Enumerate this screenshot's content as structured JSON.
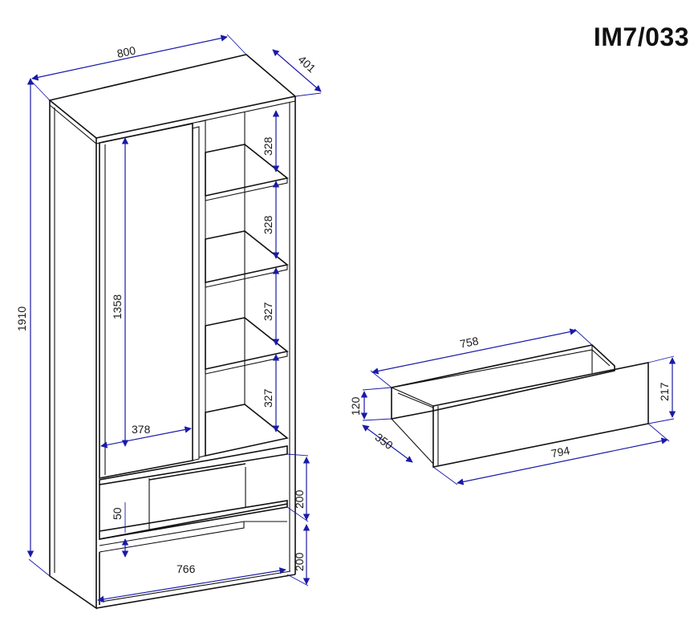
{
  "model_code": "IM7/033",
  "colors": {
    "dimension": "#1a1aa8",
    "outline": "#111111"
  },
  "wardrobe": {
    "dims": {
      "width": "800",
      "depth": "401",
      "height": "1910",
      "door_height": "1358",
      "door_width": "378",
      "shelf_1": "328",
      "shelf_2": "328",
      "shelf_3": "327",
      "shelf_4": "327",
      "drawer_front": "200",
      "bottom_space": "200",
      "inner_gap": "50",
      "inner_width": "766"
    }
  },
  "drawer": {
    "dims": {
      "length": "758",
      "front_width": "794",
      "depth": "350",
      "box_height": "120",
      "front_height": "217"
    }
  }
}
